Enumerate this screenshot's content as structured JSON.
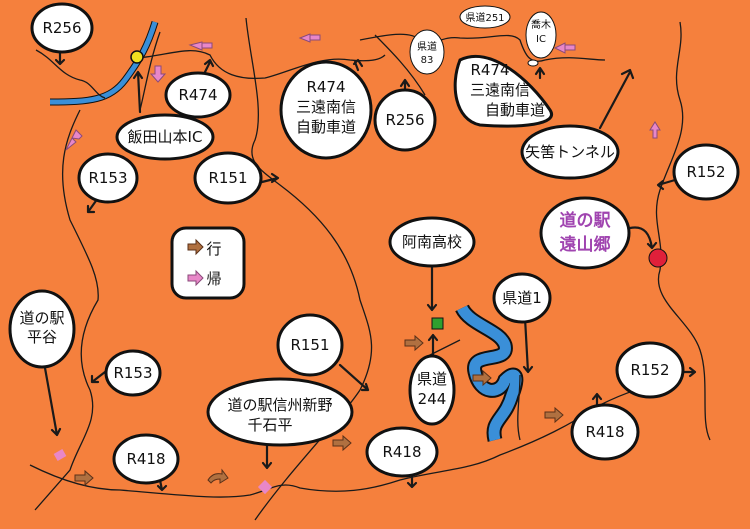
{
  "map": {
    "labels": {
      "r256_top": "R256",
      "r474_left": "R474",
      "iida_yamamoto_ic": "飯田山本IC",
      "r153_top": "R153",
      "r151_top": "R151",
      "r474_center_1": "R474",
      "r474_center_2": "三遠南信",
      "r474_center_3": "自動車道",
      "r256_mid": "R256",
      "kendo83_1": "県道",
      "kendo83_2": "83",
      "kendo251": "県道251",
      "takagi_ic_1": "喬木",
      "takagi_ic_2": "IC",
      "r474_right_1": "R474",
      "r474_right_2": "三遠南信",
      "r474_right_3": "自動車道",
      "yahazu_tunnel": "矢筈トンネル",
      "r152_top": "R152",
      "michinoeki_tooyamago_1": "道の駅",
      "michinoeki_tooyamago_2": "遠山郷",
      "anan_high_school": "阿南高校",
      "kendo1": "県道1",
      "michinoeki_hiraya_1": "道の駅",
      "michinoeki_hiraya_2": "平谷",
      "r153_bottom": "R153",
      "r151_bottom": "R151",
      "michinoeki_shinano_1": "道の駅信州新野",
      "michinoeki_shinano_2": "千石平",
      "kendo244_1": "県道",
      "kendo244_2": "244",
      "r152_bottom": "R152",
      "r418_left": "R418",
      "r418_mid": "R418",
      "r418_right": "R418"
    },
    "legend": {
      "outbound": "行",
      "return": "帰"
    },
    "colors": {
      "background": "#f5803d",
      "river": "#3a8fd8",
      "outbound_arrow": "#8a5a30",
      "return_arrow": "#e887c8",
      "destination": "#a044b0",
      "tooyamago_marker": "#e0203a",
      "anan_marker": "#2fa02f",
      "ic_marker": "#f0e020"
    }
  }
}
